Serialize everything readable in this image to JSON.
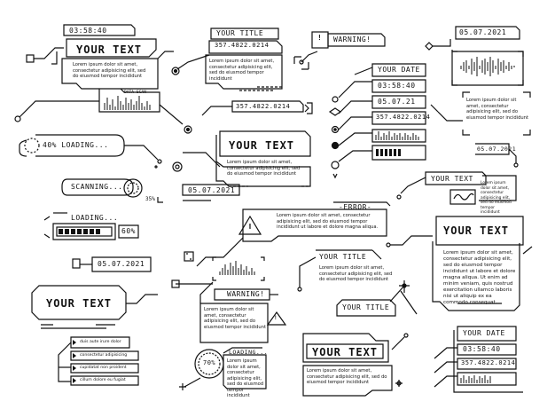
{
  "clocks": {
    "time_top_left": "03:58:40",
    "time_right": "03:58:40",
    "time_bottom": "03:58:40"
  },
  "titles": {
    "your_text": "YOUR TEXT",
    "your_title": "YOUR TITLE",
    "your_date": "YOUR DATE",
    "warning": "WARNING!",
    "error": "-ERROR-",
    "data_scan": "DATA SCAN"
  },
  "numbers": {
    "id_code": "357.4822.0214",
    "date": "05.07.2021",
    "date_short": "05.07.21"
  },
  "progress": {
    "loading_percent_label": "40% LOADING...",
    "loading_percent": 40,
    "scanning_label": "SCANNING...",
    "scanning_percent": "35%",
    "loading_label": "LOADING...",
    "loading_bar_value": "60%",
    "loading_bar_fraction": 0.6,
    "circle_percent": "70%"
  },
  "lorem": {
    "short": "Lorem ipsum dolor sit amet, consectetur adipisicing elit, sed do eiusmod tempor incididunt",
    "medium": "Lorem ipsum dolor sit amet, consectetur adipisicing elit, sed do eiusmod tempor incididunt ut labore et dolore magna aliqua.",
    "long": "Lorem ipsum dolor sit amet, consectetur adipisicing elit, sed do eiusmod tempor incididunt ut labore et dolore magna aliqua. Ut enim ad minim veniam, quis nostrud exercitation ullamco laboris nisi ut aliquip ex ea commodo consequat."
  },
  "list_items": [
    "duis aute irure dolor",
    "consectetur adipisicing",
    "cupidatat non proident",
    "cillum dolore eu fugiat"
  ]
}
